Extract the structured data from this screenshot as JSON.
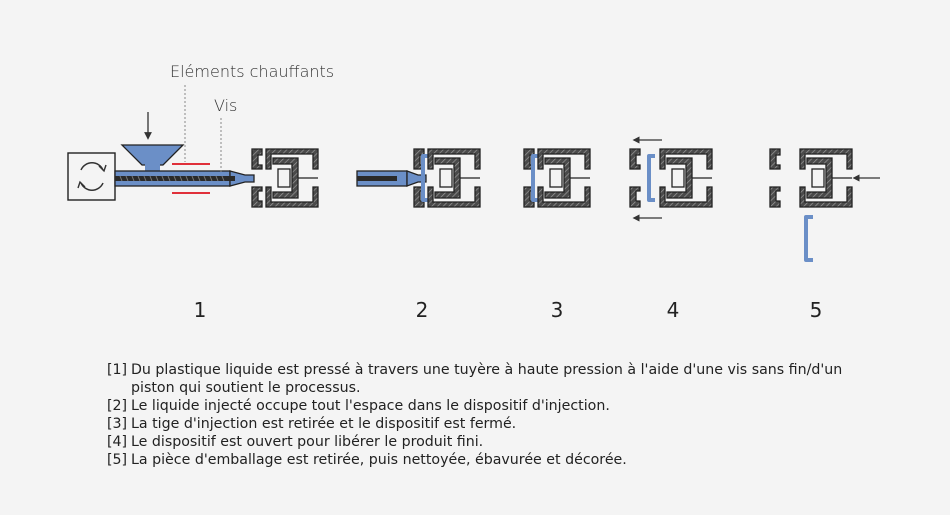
{
  "labels": {
    "heating_elements": "Eléments chauffants",
    "screw": "Vis"
  },
  "steps": [
    "1",
    "2",
    "3",
    "4",
    "5"
  ],
  "legend": [
    {
      "tag": "[1]",
      "text": "Du plastique liquide est pressé à travers une tuyère à haute pression à l'aide d'une vis sans fin/d'un piston qui soutient le processus."
    },
    {
      "tag": "[2]",
      "text": "Le liquide injecté occupe tout l'espace dans le dispositif d'injection."
    },
    {
      "tag": "[3]",
      "text": "La tige d'injection est retirée et le dispositif est fermé."
    },
    {
      "tag": "[4]",
      "text": "Le dispositif est ouvert pour libérer le produit fini."
    },
    {
      "tag": "[5]",
      "text": "La pièce d'emballage est retirée, puis nettoyée, ébavurée et décorée."
    }
  ],
  "colors": {
    "plastic": "#6b8fc7",
    "heater": "#e0303a",
    "mold_fill": "#5a5a5a",
    "line": "#222222"
  }
}
